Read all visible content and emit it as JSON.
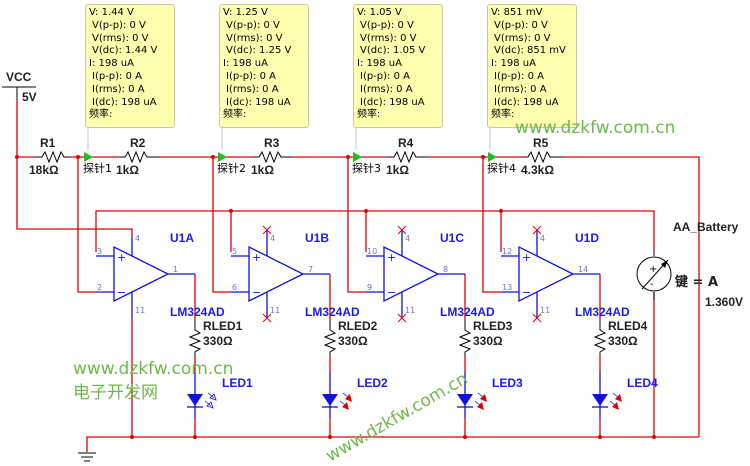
{
  "supply": {
    "name": "VCC",
    "value": "5V"
  },
  "resistors": [
    {
      "name": "R1",
      "value": "18kΩ"
    },
    {
      "name": "R2",
      "value": "1kΩ"
    },
    {
      "name": "R3",
      "value": "1kΩ"
    },
    {
      "name": "R4",
      "value": "1kΩ"
    },
    {
      "name": "R5",
      "value": "4.3kΩ"
    }
  ],
  "probes": [
    {
      "label": "探针1",
      "V": "V: 1.44 V",
      "Vpp": "V(p-p): 0 V",
      "Vrms": "V(rms): 0 V",
      "Vdc": "V(dc): 1.44 V",
      "I": "I: 198 uA",
      "Ipp": "I(p-p): 0 A",
      "Irms": "I(rms): 0 A",
      "Idc": "I(dc): 198 uA",
      "freq": "频率:"
    },
    {
      "label": "探针2",
      "V": "V: 1.25 V",
      "Vpp": "V(p-p): 0 V",
      "Vrms": "V(rms): 0 V",
      "Vdc": "V(dc): 1.25 V",
      "I": "I: 198 uA",
      "Ipp": "I(p-p): 0 A",
      "Irms": "I(rms): 0 A",
      "Idc": "I(dc): 198 uA",
      "freq": "频率:"
    },
    {
      "label": "探针3",
      "V": "V: 1.05 V",
      "Vpp": "V(p-p): 0 V",
      "Vrms": "V(rms): 0 V",
      "Vdc": "V(dc): 1.05 V",
      "I": "I: 198 uA",
      "Ipp": "I(p-p): 0 A",
      "Irms": "I(rms): 0 A",
      "Idc": "I(dc): 198 uA",
      "freq": "频率:"
    },
    {
      "label": "探针4",
      "V": "V: 851 mV",
      "Vpp": "V(p-p): 0 V",
      "Vrms": "V(rms): 0 V",
      "Vdc": "V(dc): 851 mV",
      "I": "I: 198 uA",
      "Ipp": "I(p-p): 0 A",
      "Irms": "I(rms): 0 A",
      "Idc": "I(dc): 198 uA",
      "freq": "频率:"
    }
  ],
  "opamps": [
    {
      "name": "U1A",
      "part": "LM324AD",
      "pin_plus": "3",
      "pin_minus": "2",
      "pin_out": "1",
      "pin_vcc": "4",
      "pin_gnd": "11"
    },
    {
      "name": "U1B",
      "part": "LM324AD",
      "pin_plus": "5",
      "pin_minus": "6",
      "pin_out": "7",
      "pin_vcc": "4",
      "pin_gnd": "11"
    },
    {
      "name": "U1C",
      "part": "LM324AD",
      "pin_plus": "10",
      "pin_minus": "9",
      "pin_out": "8",
      "pin_vcc": "4",
      "pin_gnd": "11"
    },
    {
      "name": "U1D",
      "part": "LM324AD",
      "pin_plus": "12",
      "pin_minus": "13",
      "pin_out": "14",
      "pin_vcc": "4",
      "pin_gnd": "11"
    }
  ],
  "led_resistors": [
    {
      "name": "RLED1",
      "value": "330Ω"
    },
    {
      "name": "RLED2",
      "value": "330Ω"
    },
    {
      "name": "RLED3",
      "value": "330Ω"
    },
    {
      "name": "RLED4",
      "value": "330Ω"
    }
  ],
  "leds": [
    {
      "name": "LED1",
      "lit": false
    },
    {
      "name": "LED2",
      "lit": true
    },
    {
      "name": "LED3",
      "lit": true
    },
    {
      "name": "LED4",
      "lit": true
    }
  ],
  "battery": {
    "name": "AA_Battery",
    "key_label": "键 = A",
    "value": "1.360V"
  },
  "watermarks": {
    "url": "www.dzkfw.com.cn",
    "cn": "电子开发网"
  },
  "colors": {
    "wire": "#e00000",
    "component": "#1010e0",
    "probe_bg": "#ffffb0",
    "watermark": "#6cb84a"
  }
}
